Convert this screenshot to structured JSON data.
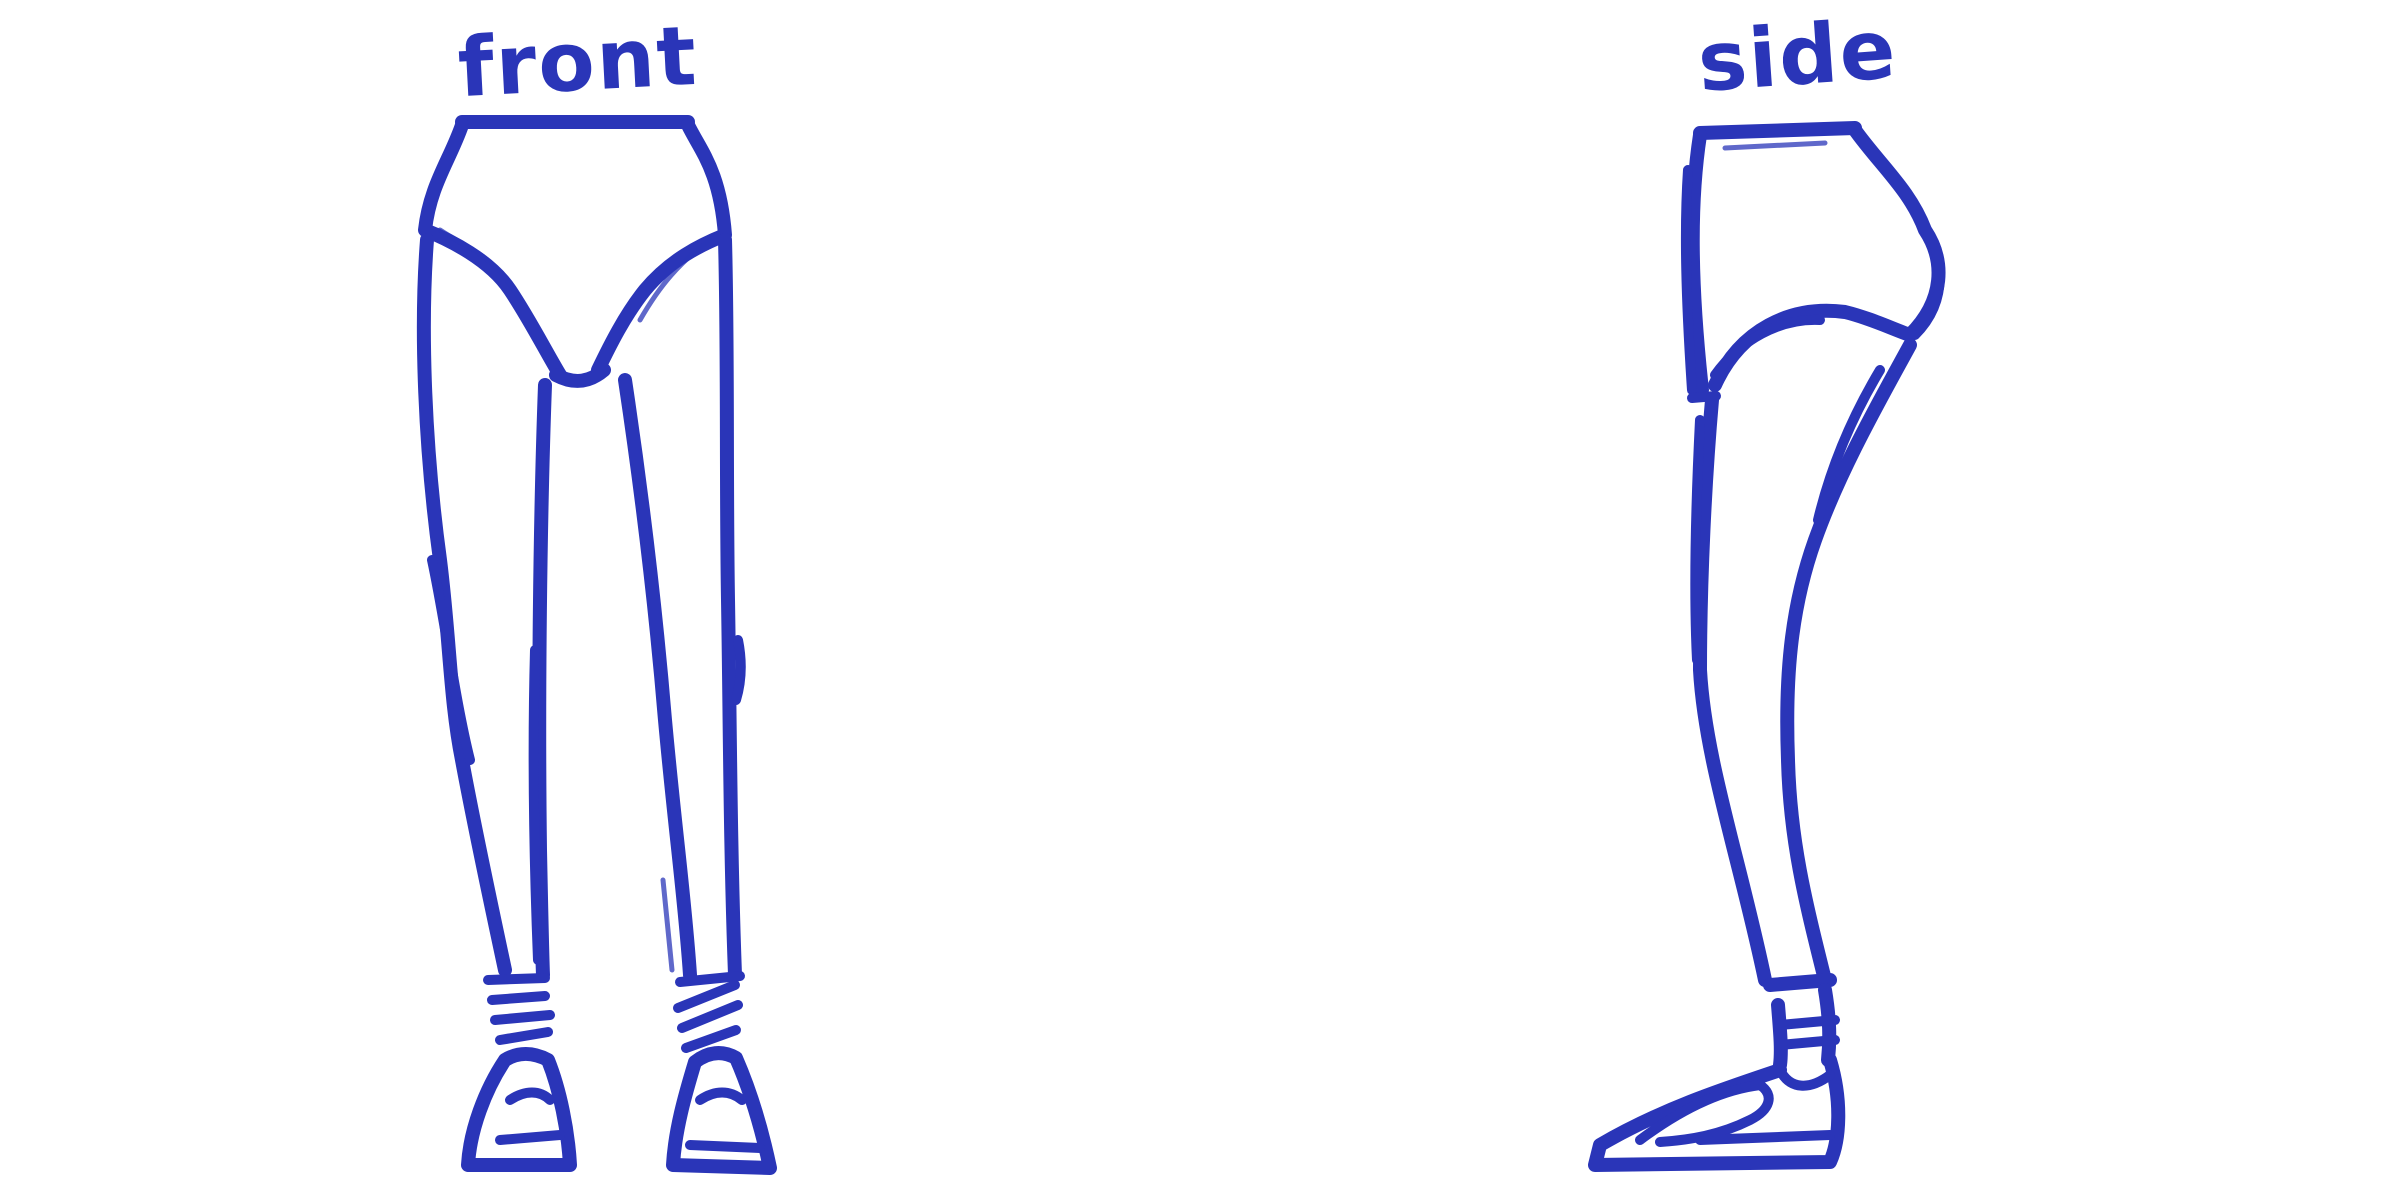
{
  "labels": {
    "front": "front",
    "side": "side"
  },
  "colors": {
    "ink": "#2a35b8",
    "background": "#ffffff"
  },
  "figures": [
    "front-view-legs-sketch",
    "side-view-leg-sketch"
  ]
}
